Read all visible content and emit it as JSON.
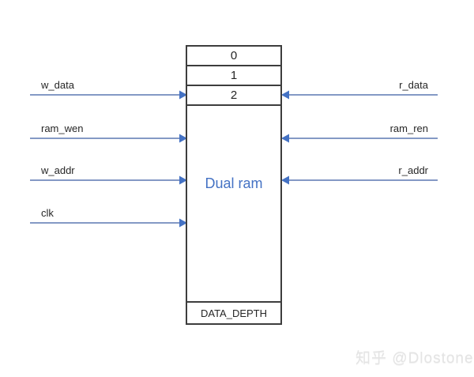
{
  "diagram": {
    "block": {
      "cells": [
        "0",
        "1",
        "2"
      ],
      "title": "Dual ram",
      "depth_label": "DATA_DEPTH"
    },
    "left_signals": [
      {
        "label": "w_data"
      },
      {
        "label": "ram_wen"
      },
      {
        "label": "w_addr"
      },
      {
        "label": "clk"
      }
    ],
    "right_signals": [
      {
        "label": "r_data"
      },
      {
        "label": "ram_ren"
      },
      {
        "label": "r_addr"
      }
    ],
    "colors": {
      "accent": "#4472C4",
      "arrow_line": "#8499c5",
      "border": "#3d3d3d"
    }
  },
  "watermark": "知乎 @Dlostone"
}
